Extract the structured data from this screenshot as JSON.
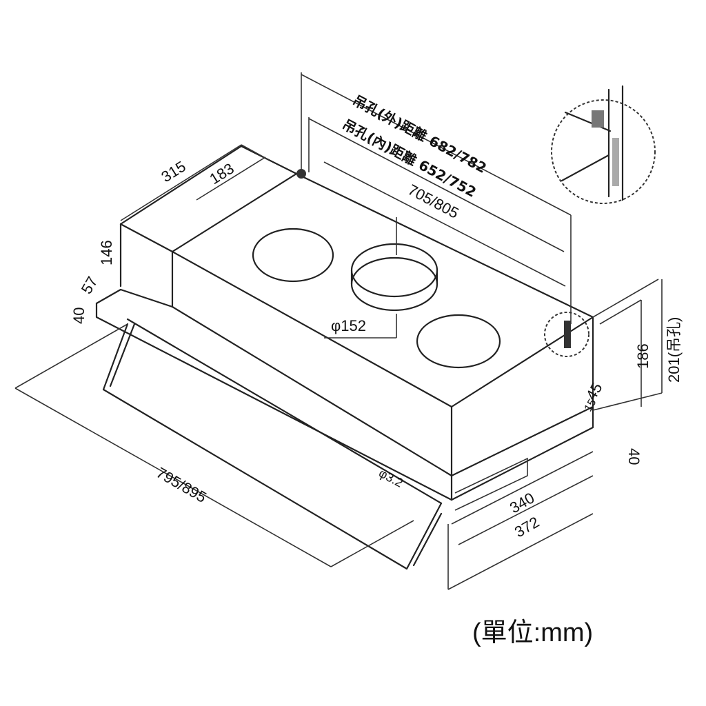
{
  "title": "Range hood dimension drawing",
  "labels": {
    "hanging_hole_outer": "吊孔(外)距離 682/782",
    "hanging_hole_inner": "吊孔(內)距離 652/752",
    "body_length": "705/805",
    "depth_total": "315",
    "depth_body": "183",
    "height_body": "146",
    "offset_57": "57",
    "lip_40_left": "40",
    "duct_diameter": "φ152",
    "total_length": "795/895",
    "height_186": "186",
    "height_201": "201(吊孔)",
    "dim_45": "45",
    "dim_15": "15",
    "lip_40_right": "40",
    "hole_label": "φ3.2",
    "depth_340": "340",
    "depth_372": "372",
    "unit": "(單位:mm)"
  }
}
